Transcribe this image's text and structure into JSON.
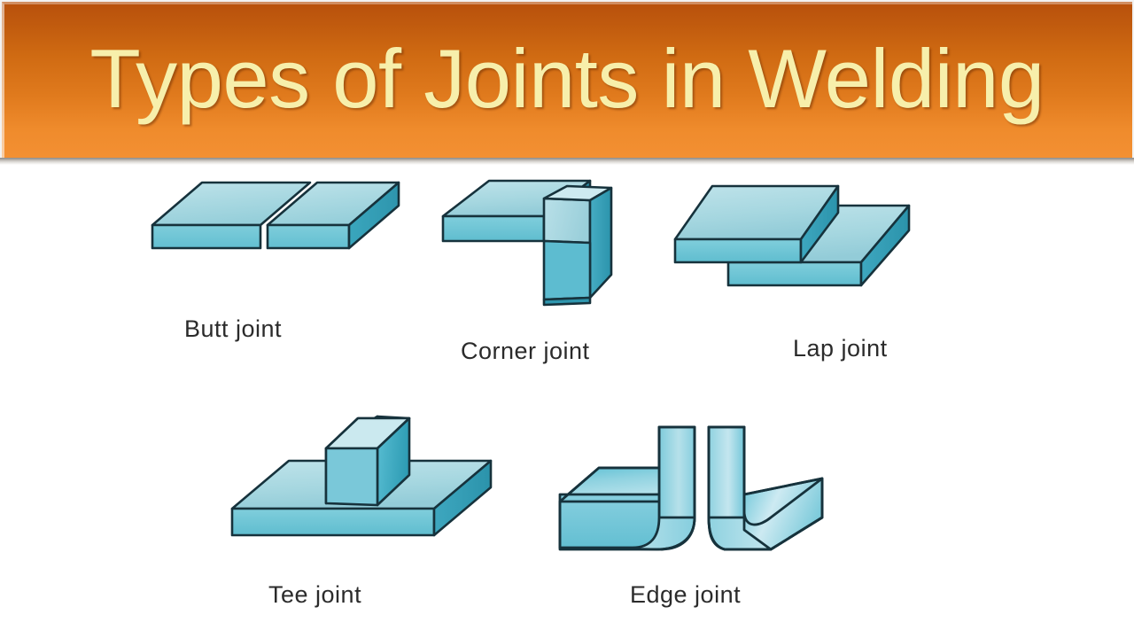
{
  "banner": {
    "title": "Types of Joints in Welding",
    "gradient_top_color": "#b8500c",
    "gradient_bottom_color": "#f39033",
    "title_color": "#f7efab"
  },
  "diagram": {
    "background_color": "#ffffff",
    "plate_top_face_color": "#a9d9e2",
    "plate_front_face_color": "#6ec6d6",
    "plate_side_face_color": "#3fa9bf",
    "plate_outline_color": "#16323c",
    "label_color": "#2b2b2b",
    "joints": [
      {
        "id": "butt-joint",
        "label": "Butt joint",
        "description": "Two flat plates lying edge to edge in the same plane with a narrow gap between their abutting edges."
      },
      {
        "id": "corner-joint",
        "label": "Corner joint",
        "description": "A horizontal plate meeting a vertical plate at their outer edges forming an L shaped corner."
      },
      {
        "id": "lap-joint",
        "label": "Lap joint",
        "description": "Two plates overlapping one another, the upper plate resting partly on top of the lower plate."
      },
      {
        "id": "tee-joint",
        "label": "Tee joint",
        "description": "A vertical plate standing perpendicular on the middle of a horizontal base plate forming a T."
      },
      {
        "id": "edge-joint",
        "label": "Edge joint",
        "description": "Two plates with their edges turned up and placed face to face so the upstanding flanges meet."
      }
    ]
  }
}
